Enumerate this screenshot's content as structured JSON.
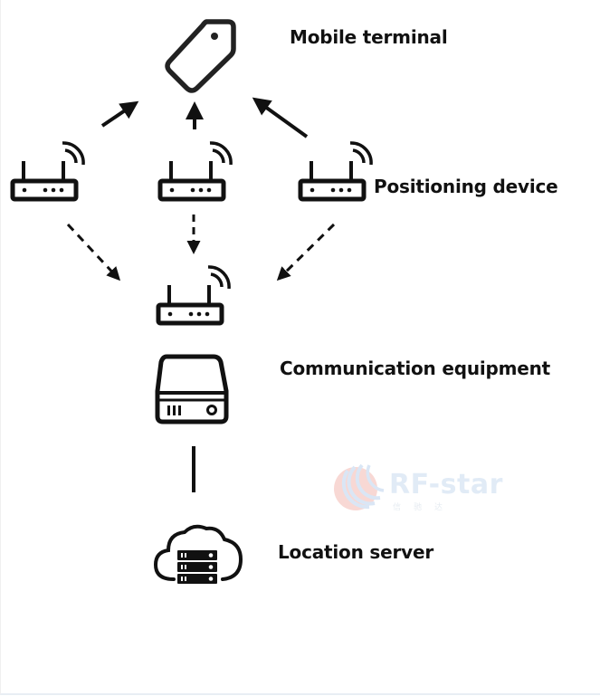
{
  "diagram": {
    "title": "Indoor positioning system architecture",
    "nodes": [
      {
        "id": "mobile-terminal",
        "label": "Mobile terminal",
        "icon": "tag-icon"
      },
      {
        "id": "positioning-device",
        "label": "Positioning device",
        "icon": "router-icon",
        "count": 3
      },
      {
        "id": "gateway",
        "label": "",
        "icon": "router-icon"
      },
      {
        "id": "communication-equipment",
        "label": "Communication equipment",
        "icon": "hard-drive-icon"
      },
      {
        "id": "location-server",
        "label": "Location server",
        "icon": "cloud-server-icon"
      }
    ],
    "edges": [
      {
        "from": "positioning-device-1",
        "to": "mobile-terminal",
        "style": "solid-arrow"
      },
      {
        "from": "positioning-device-2",
        "to": "mobile-terminal",
        "style": "solid-arrow"
      },
      {
        "from": "positioning-device-3",
        "to": "mobile-terminal",
        "style": "solid-arrow"
      },
      {
        "from": "positioning-device-1",
        "to": "gateway",
        "style": "dashed-arrow"
      },
      {
        "from": "positioning-device-2",
        "to": "gateway",
        "style": "dashed-arrow"
      },
      {
        "from": "positioning-device-3",
        "to": "gateway",
        "style": "dashed-arrow"
      },
      {
        "from": "communication-equipment",
        "to": "location-server",
        "style": "solid-line"
      }
    ]
  },
  "labels": {
    "mobile_terminal": "Mobile terminal",
    "positioning_device": "Positioning device",
    "communication_equipment": "Communication equipment",
    "location_server": "Location server"
  },
  "watermark": {
    "brand": "RF-star",
    "subtitle": "信驰达",
    "colors": {
      "swirl": "#f5c6c0",
      "text": "#c9dbef"
    }
  }
}
